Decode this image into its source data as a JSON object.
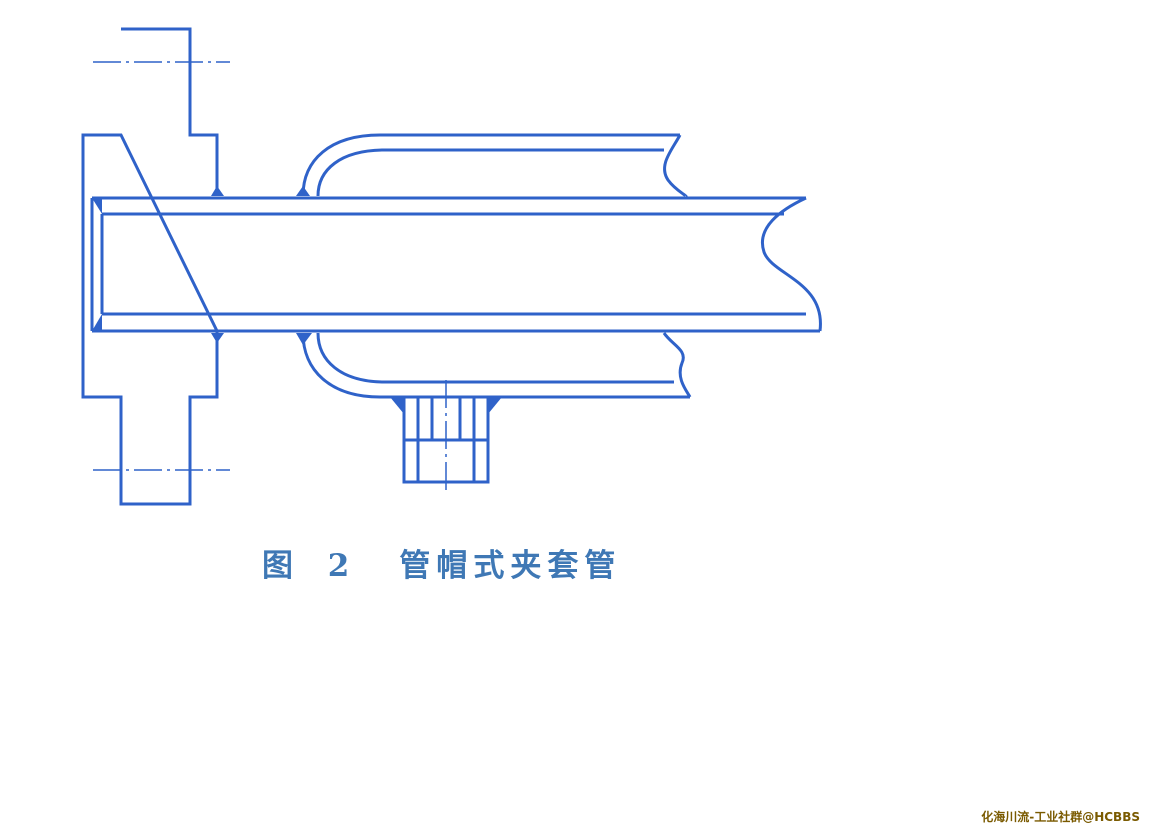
{
  "figure": {
    "caption_number": "图 2",
    "caption_title": "管帽式夹套管"
  },
  "watermark": {
    "text": "化海川流-工业社群@HCBBS"
  },
  "colors": {
    "line": "#2f62c9",
    "caption": "#3f78b5",
    "watermark": "#7a5a00"
  }
}
